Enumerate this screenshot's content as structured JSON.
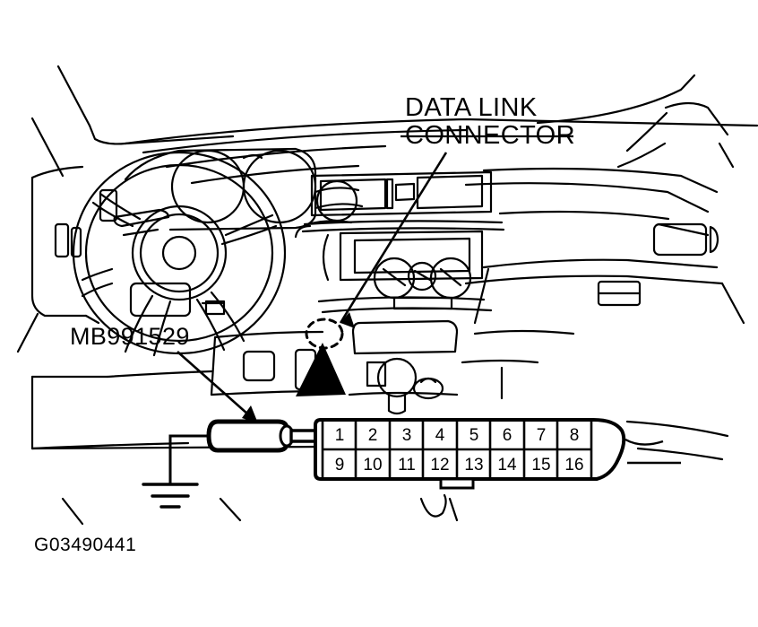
{
  "figure": {
    "id": "G03490441",
    "title_note": "Data Link Connector location on instrument panel"
  },
  "callouts": {
    "data_link_connector": {
      "line1": "DATA LINK",
      "line2": "CONNECTOR"
    },
    "special_tool": {
      "part_number": "MB991529"
    }
  },
  "connector": {
    "name": "data-link-connector",
    "type": "16-pin OBD-II",
    "rows": [
      {
        "pins": [
          "1",
          "2",
          "3",
          "4",
          "5",
          "6",
          "7",
          "8"
        ]
      },
      {
        "pins": [
          "9",
          "10",
          "11",
          "12",
          "13",
          "14",
          "15",
          "16"
        ]
      }
    ],
    "probe_pin": "1"
  },
  "vehicle": {
    "view": "instrument panel interior",
    "components": [
      "steering-wheel",
      "instrument-cluster",
      "center-console",
      "audio-head-unit",
      "climate-control-knobs",
      "air-vents",
      "glove-box",
      "shift-lever",
      "door-trim-panel"
    ]
  },
  "symbols": {
    "ground": "ground-symbol",
    "location_marker": "dashed-ellipse",
    "pointer": "solid-wedge-arrow"
  },
  "colors": {
    "line": "#000000",
    "fill": "#ffffff"
  }
}
